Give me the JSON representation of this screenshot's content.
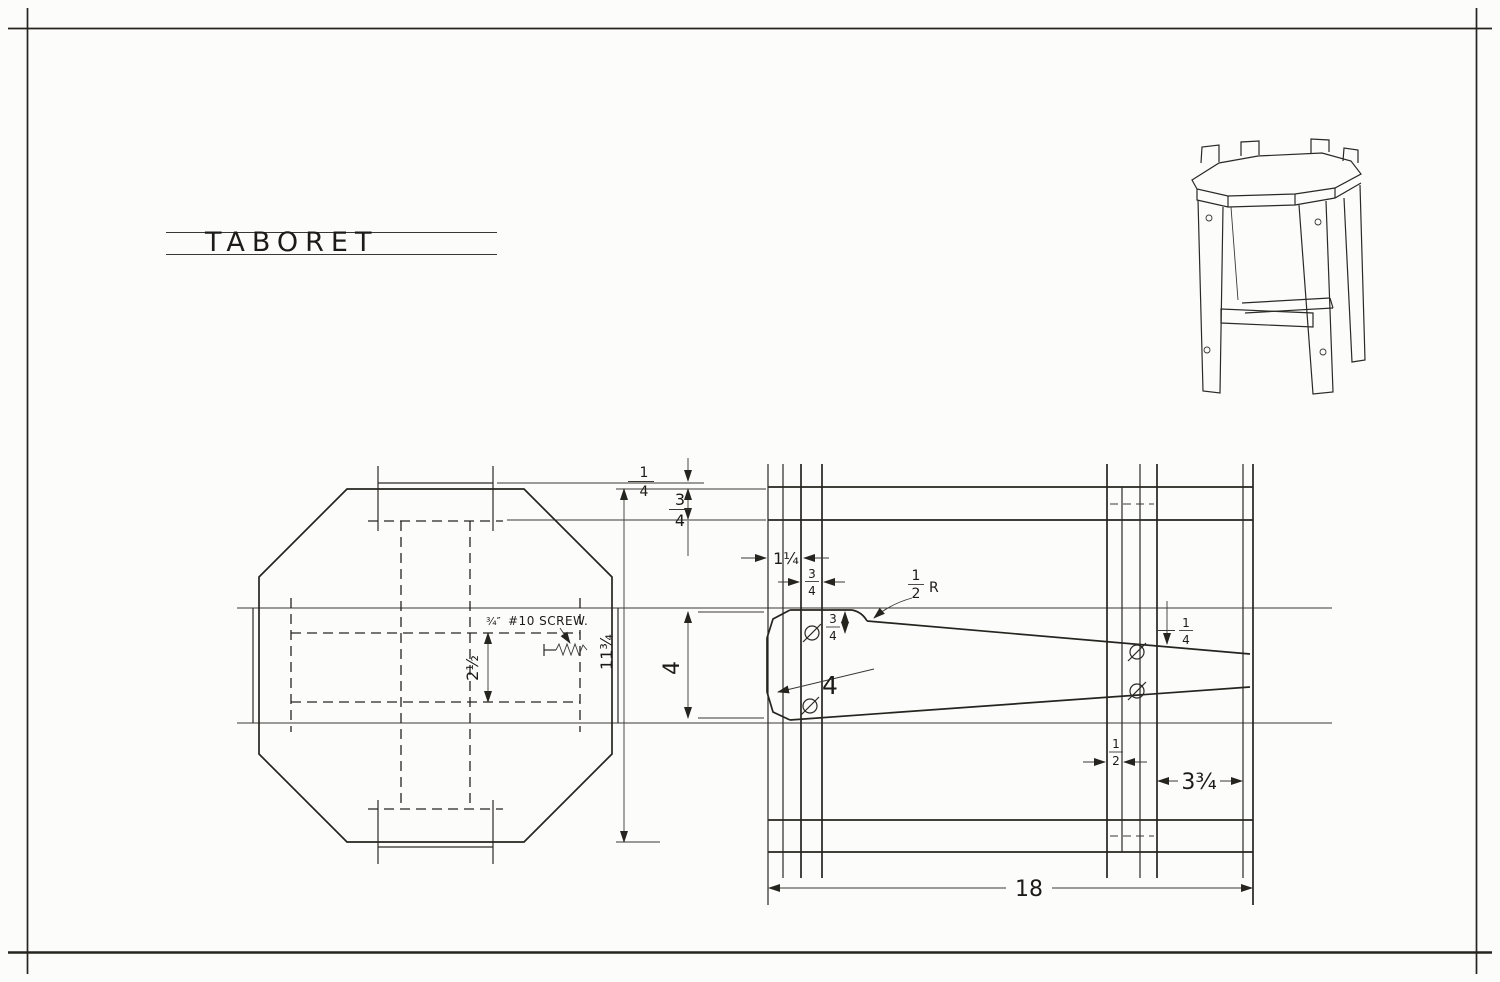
{
  "title": {
    "text": "TABORET"
  },
  "palette": {
    "ink": "#26241f",
    "paper": "#fcfcfb"
  },
  "dims": {
    "quarter_top": {
      "num": "1",
      "den": "4"
    },
    "threequarter_top": {
      "num": "3",
      "den": "4"
    },
    "one_and_quarter": "1¼",
    "threequarter_thickness": {
      "num": "3",
      "den": "4"
    },
    "half_radius": {
      "num": "1",
      "den": "2",
      "suffix": "R"
    },
    "threequarter_screw": {
      "num": "3",
      "den": "4"
    },
    "four_stretcher": "4",
    "four_leg": "4",
    "eleven_threequarter": "11¾",
    "two_half": "2½",
    "quarter_right": {
      "num": "1",
      "den": "4"
    },
    "half_shelf": {
      "num": "1",
      "den": "2"
    },
    "three_threequarter": "3¾",
    "eighteen": "18"
  },
  "notes": {
    "screw_frac": "¾″",
    "screw_text": "#10 SCREW."
  }
}
